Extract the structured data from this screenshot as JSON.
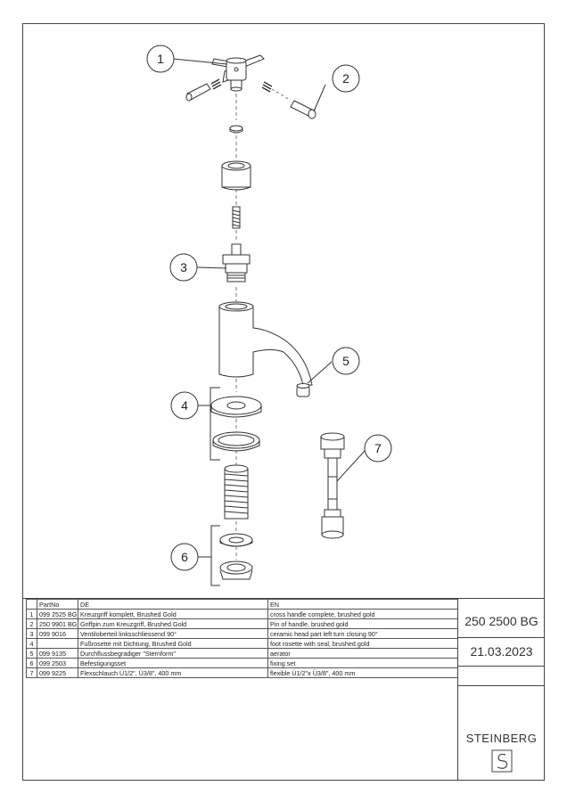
{
  "callouts": [
    "1",
    "2",
    "3",
    "4",
    "5",
    "6",
    "7"
  ],
  "table": {
    "headers": [
      "",
      "PartNo",
      "DE",
      "EN"
    ],
    "rows": [
      {
        "pos": "1",
        "part_no": "099 2525 BG",
        "de": "Kreuzgriff komplett, Brushed Gold",
        "en": "cross handle complete, brushed gold"
      },
      {
        "pos": "2",
        "part_no": "250 9901 BG",
        "de": "Griffpin zum Kreuzgriff, Brushed Gold",
        "en": "Pin of handle, brushed gold"
      },
      {
        "pos": "3",
        "part_no": "099 9016",
        "de": "Ventiloberteil linksschliessend 90°",
        "en": "ceramic head part left turn closing 90°"
      },
      {
        "pos": "4",
        "part_no": "",
        "de": "Fußrosette mit Dichtung, Brushed Gold",
        "en": "foot rosette with seal, brushed gold"
      },
      {
        "pos": "5",
        "part_no": "099 9135",
        "de": "Durchflussbegradiger \"Sternform\"",
        "en": "aerator"
      },
      {
        "pos": "6",
        "part_no": "099 2503",
        "de": "Befestigungsset",
        "en": "fixing set"
      },
      {
        "pos": "7",
        "part_no": "099 9225",
        "de": "Flexschlauch Ü1/2\", Ü3/8\", 400 mm",
        "en": "flexible Ü1/2\"x Ü3/8\", 400 mm"
      }
    ]
  },
  "title_block": {
    "article_number": "250 2500 BG",
    "date": "21.03.2023",
    "brand": "STEINBERG",
    "logo_icon": "steinberg-s-logo-icon"
  }
}
